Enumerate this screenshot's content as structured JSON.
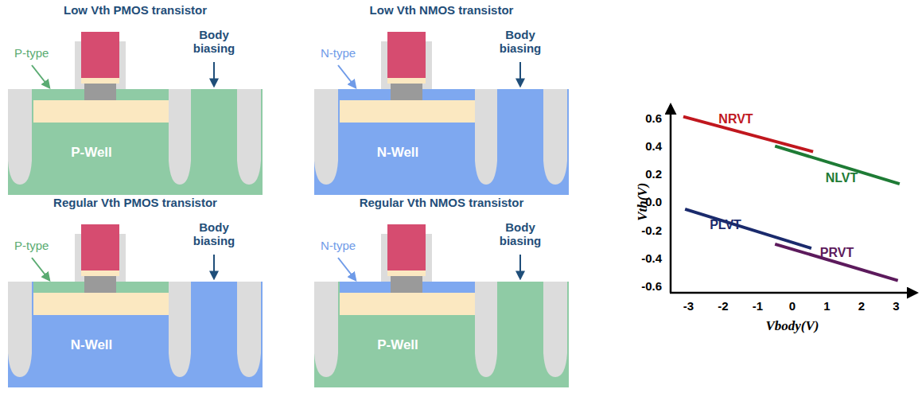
{
  "diagram": {
    "nodes": [
      {
        "text": [
          "Low Vth PMOS transistor"
        ]
      },
      {
        "text": [
          "P-Well"
        ],
        "in": 0
      },
      {
        "text": [
          "Low Vth NMOS transistor"
        ]
      },
      {
        "text": [
          "N-Well"
        ],
        "in": 2
      },
      {
        "text": [
          "Regular Vth PMOS transistor"
        ]
      },
      {
        "text": [
          "N-Well"
        ],
        "in": 4
      },
      {
        "text": [
          "Regular Vth NMOS transistor"
        ]
      },
      {
        "text": [
          "P-Well"
        ],
        "in": 6
      }
    ],
    "labels": [
      "P-type",
      "Body biasing",
      "N-type",
      "Body biasing",
      "P-type",
      "Body biasing",
      "N-type",
      "Body biasing",
      "0.6",
      "0.4",
      "0.2",
      "0.0",
      "-0.2",
      "-0.4",
      "-0.6",
      "-3",
      "-2",
      "-1",
      "0",
      "1",
      "2",
      "3",
      "Vth(V)",
      "Vbody(V)",
      "NRVT",
      "NLVT",
      "PLVT",
      "PRVT"
    ]
  }
}
